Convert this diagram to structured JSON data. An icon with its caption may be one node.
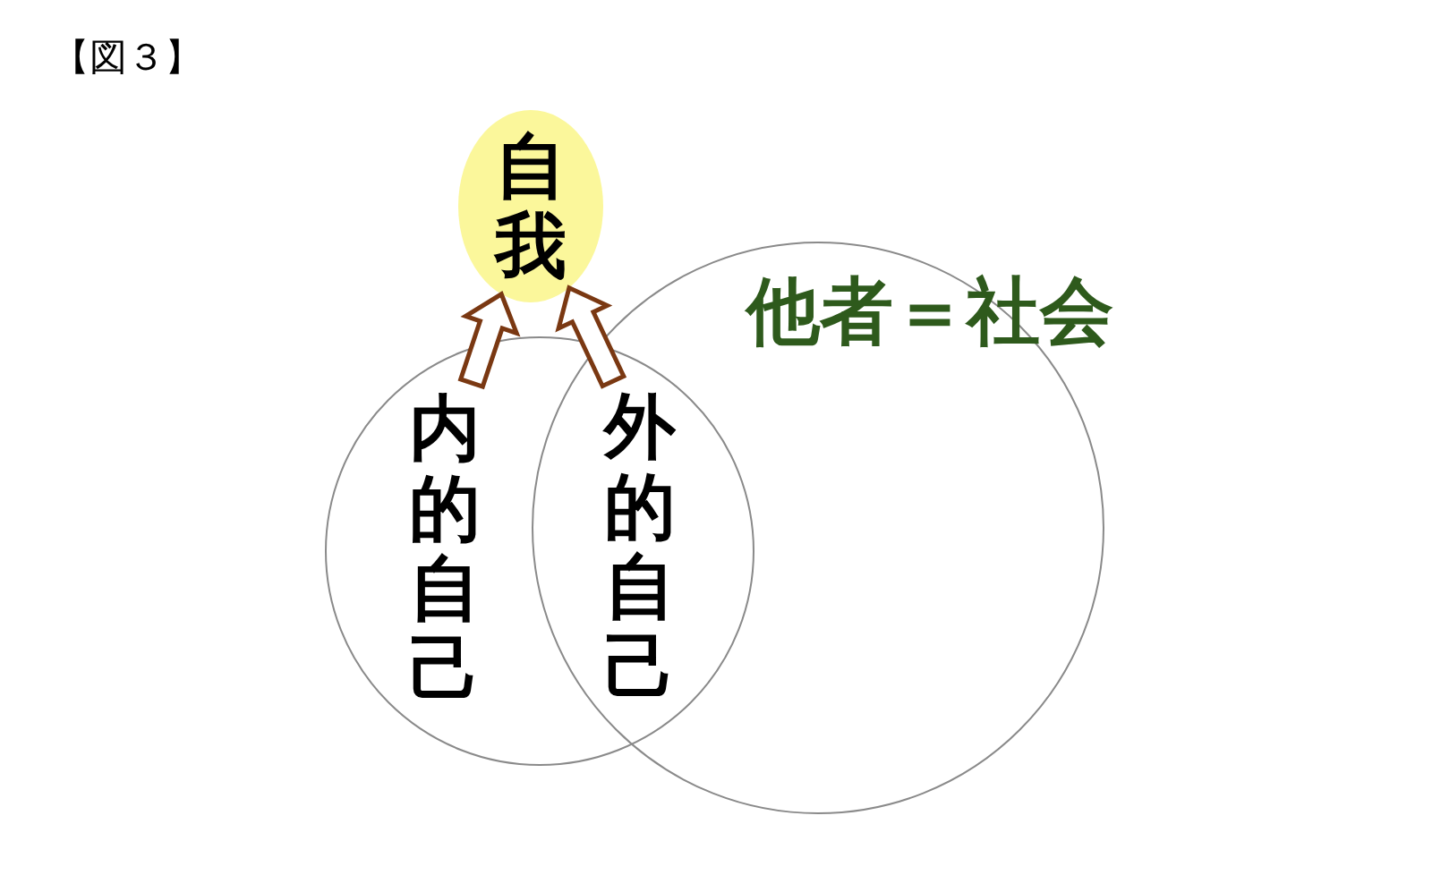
{
  "diagram": {
    "title": "【図３】",
    "nodes": [
      {
        "text": [
          "自我"
        ]
      },
      {
        "text": [
          "内的自己"
        ]
      },
      {
        "text": [
          "他者＝社会"
        ]
      },
      {
        "text": [
          "外的自己"
        ]
      }
    ],
    "edges": [
      {
        "from": 1,
        "to": 0,
        "arrow": "to"
      },
      {
        "from": 3,
        "to": 0,
        "arrow": "to"
      }
    ]
  }
}
